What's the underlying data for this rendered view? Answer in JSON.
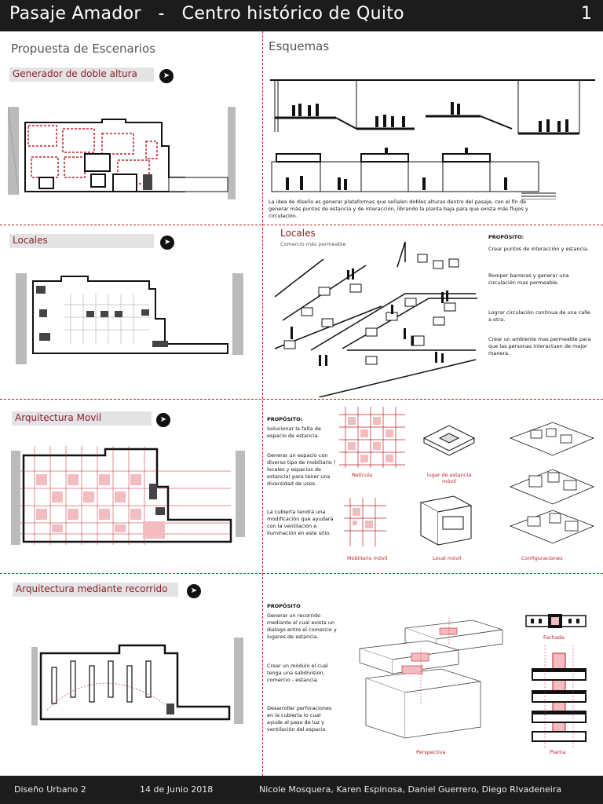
{
  "header": {
    "title": "Pasaje Amador   -   Centro histórico de Quito",
    "page_number": "1"
  },
  "left_heading": "Propuesta de Escenarios",
  "right_heading": "Esquemas",
  "sections": {
    "doble": {
      "label": "Generador de doble altura",
      "description": "La idea de diseño es generar plataformas que señalen dobles alturas dentro del pasaje, con el fin de generar más puntos de estancia y de interacción, librando la planta baja para que exista más flujos y circulación."
    },
    "locales": {
      "label": "Locales",
      "diagram_title": "Locales",
      "diagram_subtitle": "Comercio más permeable",
      "purpose_title": "PROPÓSITO:",
      "points": [
        "Crear puntos de interacción y estancia.",
        "Romper barreras y generar una circulación mas permeable.",
        "Lograr circulación continua de una calle a otra.",
        "Crear un ambiente mas permeable para que las personas interactuen de mejor manera."
      ]
    },
    "movil": {
      "label": "Arquitectura Movil",
      "purpose_title": "PROPÓSITO:",
      "points": [
        "Solucionar la falta de espacio de estancia.",
        "Generar un espacio con diverso tipo de mobiliario ( locales y espacios de estancia) para tener una diversidad de usos.",
        "La cubierta tendrá una modificación que ayudará con la ventilación e iluminación en este sitio."
      ],
      "captions": [
        "Retícula",
        "lugar de estancia móvil",
        "Mobiliario móvil",
        "Local móvil",
        "Configuraciones"
      ]
    },
    "recorrido": {
      "label": "Arquitectura mediante recorrido",
      "purpose_title": "PROPÓSITO",
      "points": [
        "Generar un recorrido mediante el cual exista un dialogo entre el comercio y lugares de estancia.",
        "Crear un módulo el cual tenga una subdivisión, comercio - estancia.",
        "Desarrollar perforaciones en la cubierta lo cual ayude al paso de luz y ventilación del espacio."
      ],
      "captions": [
        "Perspectiva",
        "Fachada",
        "Planta"
      ]
    }
  },
  "footer": {
    "course": "Diseño Urbano 2",
    "date": "14 de Junio  2018",
    "authors": "Nicole Mosquera, Karen Espinosa, Daniel Guerrero, Diego RIvadeneira"
  },
  "colors": {
    "accent": "#c0202a",
    "dark": "#1c1c1c",
    "label_bg": "#e3e3e3",
    "label_text": "#8a1f2a"
  },
  "icons": [
    "cursor-arrow-icon"
  ]
}
